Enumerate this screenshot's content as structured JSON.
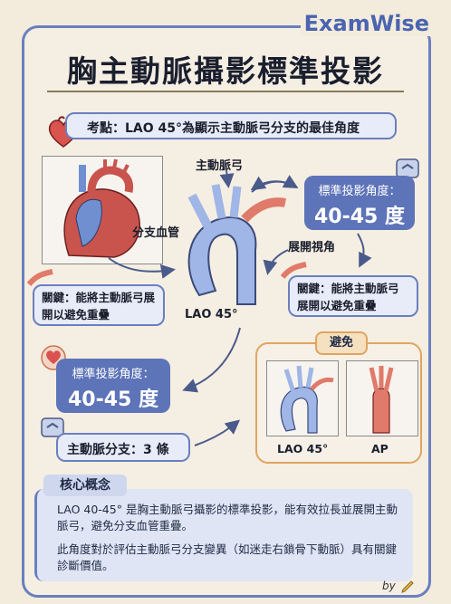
{
  "brand": "ExamWise",
  "title": "胸主動脈攝影標準投影",
  "key_point": "考點：LAO 45°為顯示主動脈弓分支的最佳角度",
  "diagram": {
    "label_aortic_arch": "主動脈弓",
    "label_branch_vessels": "分支血管",
    "label_lao": "LAO 45°",
    "label_unfold_angle": "展開視角",
    "std_angle_title": "標準投影角度：",
    "std_angle_value": "40-45 度",
    "key_left": "關鍵：能將主動脈弓展開以避免重疊",
    "key_right": "關鍵：能將主動脈弓展開以避免重疊"
  },
  "lower": {
    "std_angle_title": "標準投影角度：",
    "std_angle_value": "40-45 度",
    "branches": "主動脈分支：3 條",
    "avoid_title": "避免",
    "avoid_label_lao": "LAO 45°",
    "avoid_label_ap": "AP"
  },
  "concept": {
    "heading": "核心概念",
    "p1": "LAO 40-45° 是胸主動脈弓攝影的標準投影，能有效拉長並展開主動脈弓，避免分支血管重疊。",
    "p2": "此角度對於評估主動脈弓分支變異（如迷走右鎖骨下動脈）具有關鍵診斷價值。"
  },
  "footer_by": "by",
  "colors": {
    "frame": "#6a7fbf",
    "blue_box": "#5e74b8",
    "orange": "#e0a560",
    "aorta_blue": "#9fb6e6",
    "aorta_red": "#e07a6a"
  }
}
